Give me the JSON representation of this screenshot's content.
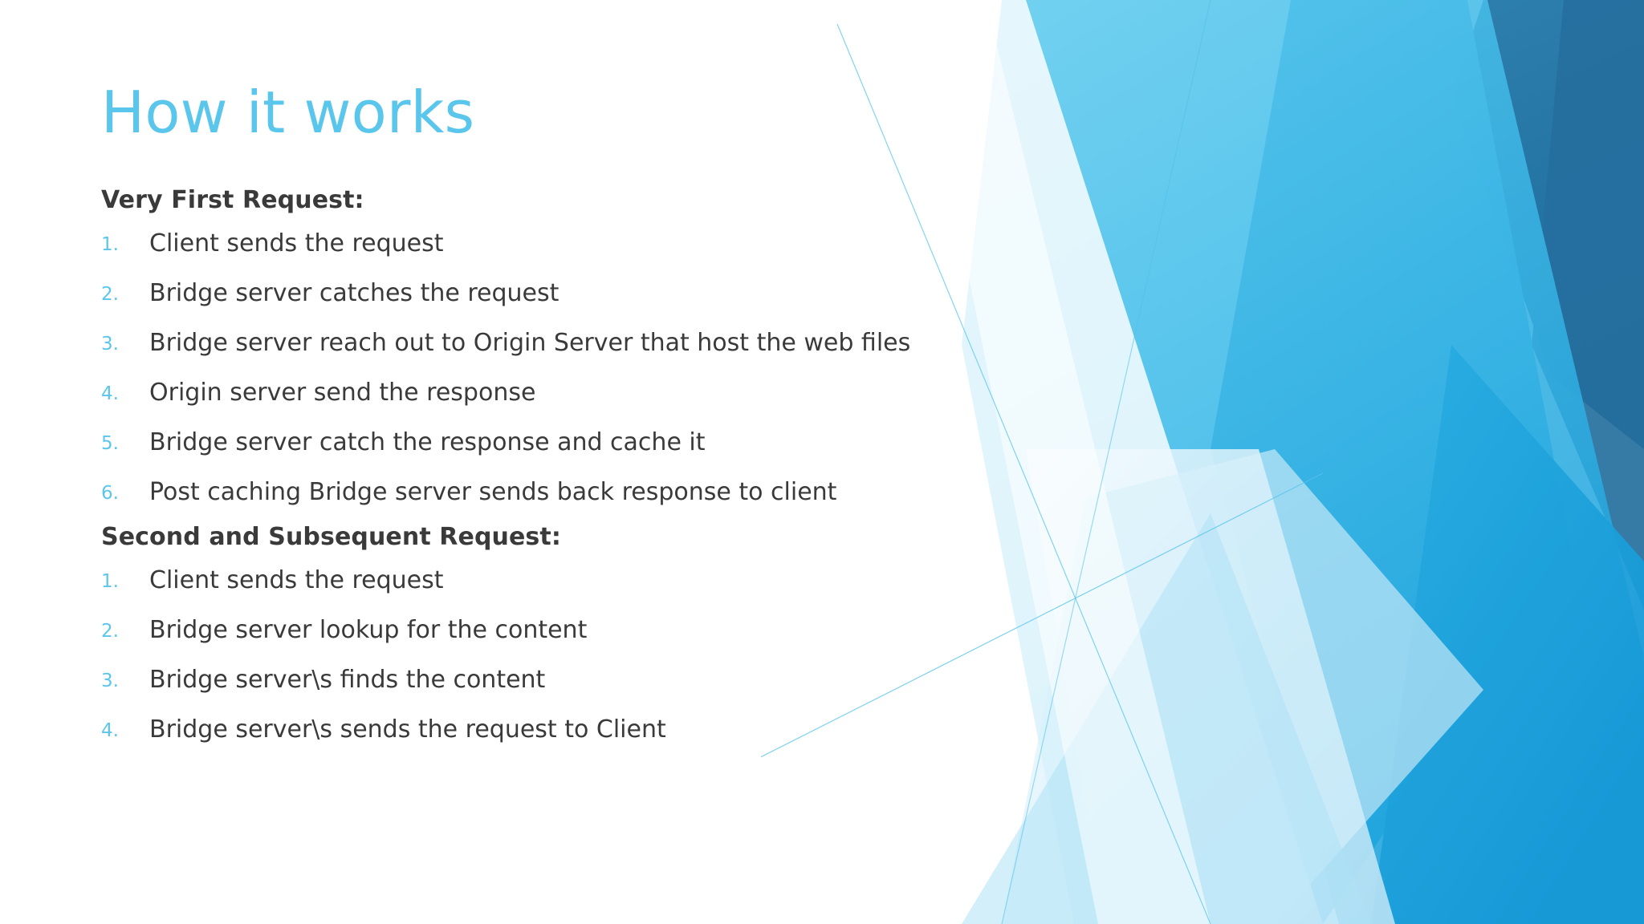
{
  "slide": {
    "title": "How it works",
    "background_color": "#FFFFFF",
    "title_color": "#5BC6EC",
    "text_color": "#3A3A3A",
    "number_color": "#5BC6EC"
  },
  "sections": [
    {
      "heading": "Very First Request:",
      "items": [
        {
          "number": "1.",
          "text": "Client sends the request"
        },
        {
          "number": "2.",
          "text": "Bridge server catches the request"
        },
        {
          "number": "3.",
          "text": "Bridge server reach out to Origin Server that host the web files"
        },
        {
          "number": "4.",
          "text": "Origin server send the response"
        },
        {
          "number": "5.",
          "text": "Bridge server catch the response and cache it"
        },
        {
          "number": "6.",
          "text": "Post caching Bridge server sends back response to client"
        }
      ]
    },
    {
      "heading": "Second and Subsequent Request:",
      "items": [
        {
          "number": "1.",
          "text": "Client sends the request"
        },
        {
          "number": "2.",
          "text": "Bridge server lookup for the content"
        },
        {
          "number": "3.",
          "text": "Bridge server\\s finds the content"
        },
        {
          "number": "4.",
          "text": "Bridge server\\s sends the request to Client"
        }
      ]
    }
  ],
  "decoration": {
    "name": "blue-angular-polygons",
    "colors": {
      "sky": "#5BC6EC",
      "light_cyan": "#BFE8F7",
      "pale": "#E8F6FC",
      "mid_blue": "#3EB6E5",
      "deep_blue": "#1CA2DC",
      "steel_dark": "#2B79A8",
      "hairline": "#5BC6EC"
    }
  }
}
